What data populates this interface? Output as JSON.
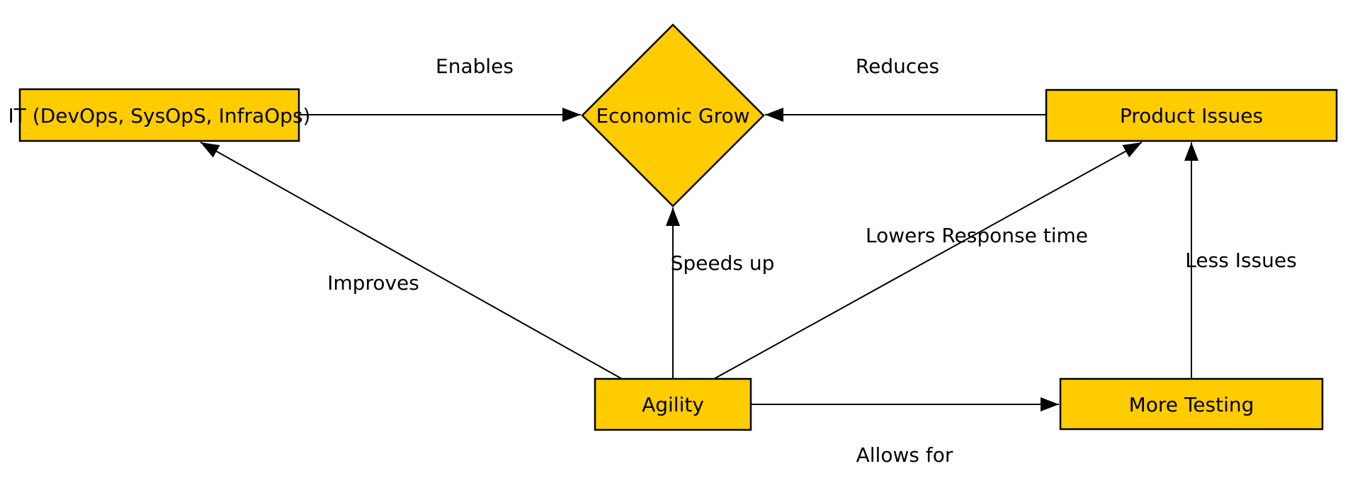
{
  "diagram": {
    "nodes": [
      {
        "id": "it",
        "label": "IT (DevOps, SysOpS, InfraOps)",
        "shape": "rectangle"
      },
      {
        "id": "economic-grow",
        "label": "Economic Grow",
        "shape": "diamond"
      },
      {
        "id": "product-issues",
        "label": "Product Issues",
        "shape": "rectangle"
      },
      {
        "id": "agility",
        "label": "Agility",
        "shape": "rectangle"
      },
      {
        "id": "more-testing",
        "label": "More Testing",
        "shape": "rectangle"
      }
    ],
    "edges": [
      {
        "from": "IT (DevOps, SysOpS, InfraOps)",
        "to": "Economic Grow",
        "label": "Enables"
      },
      {
        "from": "Product Issues",
        "to": "Economic Grow",
        "label": "Reduces"
      },
      {
        "from": "Agility",
        "to": "IT (DevOps, SysOpS, InfraOps)",
        "label": "Improves"
      },
      {
        "from": "Agility",
        "to": "Economic Grow",
        "label": "Speeds up"
      },
      {
        "from": "Agility",
        "to": "Product Issues",
        "label": "Lowers Response time"
      },
      {
        "from": "Agility",
        "to": "More Testing",
        "label": "Allows for"
      },
      {
        "from": "More Testing",
        "to": "Product Issues",
        "label": "Less Issues"
      }
    ]
  },
  "colors": {
    "node_fill": "#FFCC00",
    "node_stroke": "#000000",
    "edge_color": "#000000",
    "label_color": "#000000",
    "background": "#FFFFFF"
  }
}
